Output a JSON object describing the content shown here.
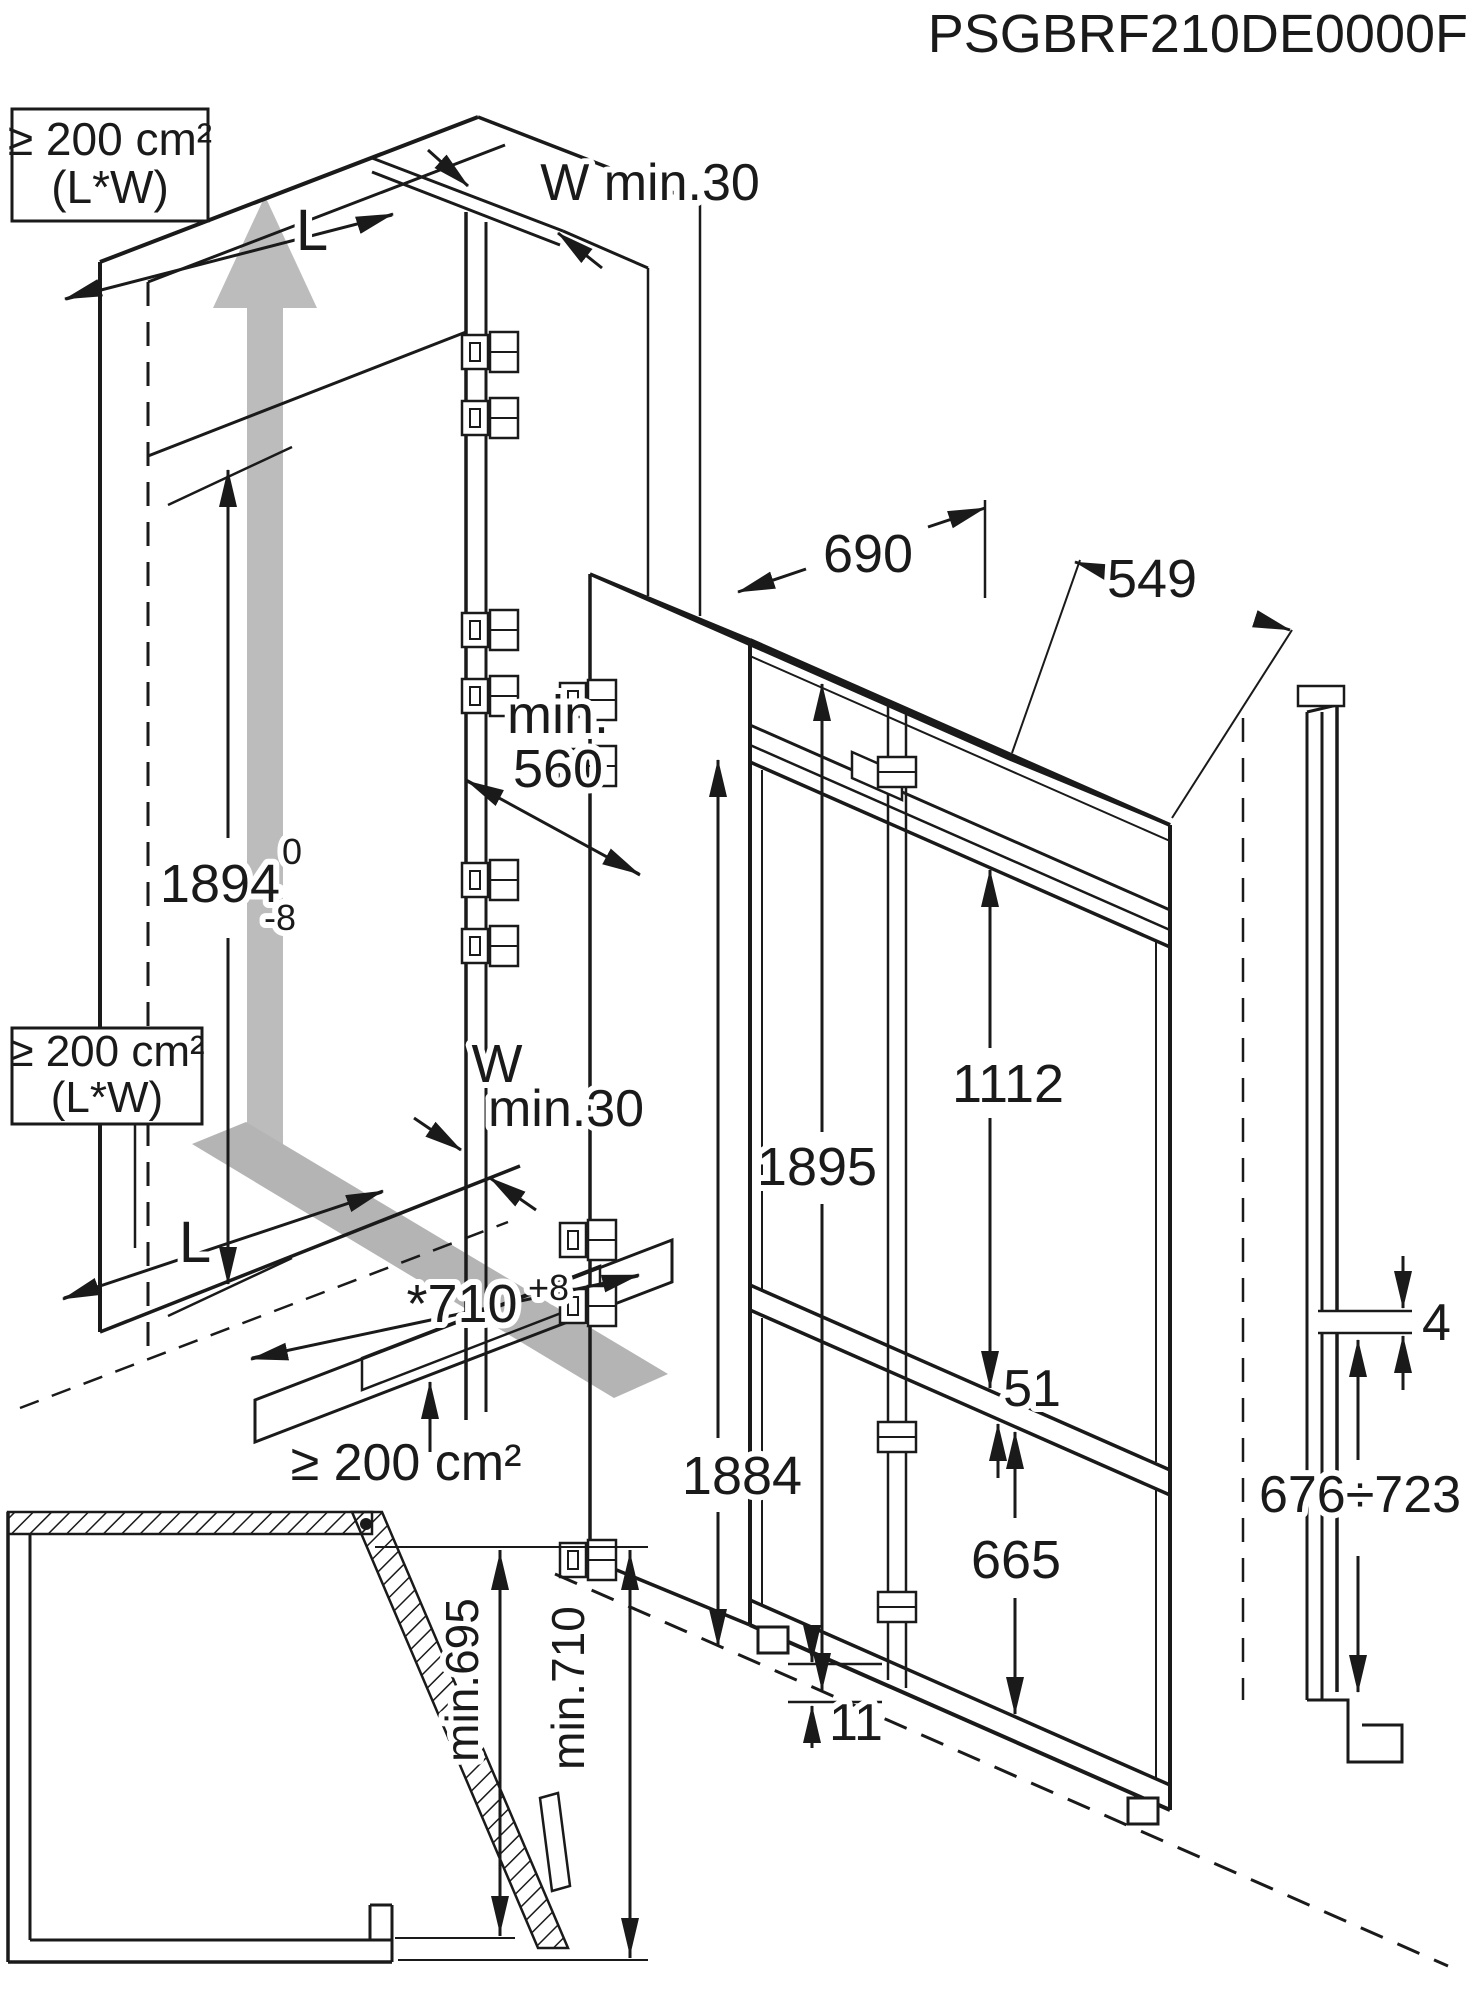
{
  "title": "PSGBRF210DE0000F",
  "vent_boxes": {
    "top": {
      "line1": "≥ 200 cm²",
      "line2": "(L*W)"
    },
    "middle": {
      "line1": "≥ 200 cm²",
      "line2": "(L*W)"
    },
    "bottom_label": "≥ 200 cm²"
  },
  "niche": {
    "length_label_top": "L",
    "length_label_mid": "L",
    "wall_top": "W min.30",
    "wall_mid_line1": "W",
    "wall_mid_line2": "min.30",
    "height": "1894",
    "height_tol_upper": "0",
    "height_tol_lower": "-8",
    "depth_min_line1": "min.",
    "depth_min_line2": "560",
    "plinth_width": "*710",
    "plinth_width_tol": "+8"
  },
  "appliance": {
    "depth_with_door": "690",
    "width": "549",
    "height": "1895",
    "height_without_feet": "1884",
    "fridge_door_height": "1112",
    "door_gap": "51",
    "freezer_door_height": "665",
    "foot_adjust": "11"
  },
  "side_view": {
    "door_gap": "4",
    "panel_height_range": "676÷723"
  },
  "plan_view": {
    "min_depth_door": "min.695",
    "min_depth_total": "min.710"
  },
  "colors": {
    "line": "#1a1a1a",
    "airflow_gray": "#bcbcbc",
    "airflow_band": "#b4b4b4"
  }
}
